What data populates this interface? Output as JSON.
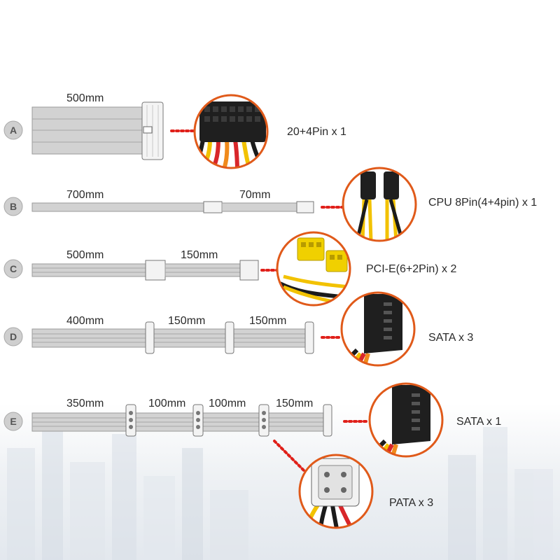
{
  "cables": [
    {
      "letter": "A",
      "lengths": [
        "500mm"
      ],
      "connector_label": "20+4Pin x 1",
      "connector_icon": "atx-24pin-connector-icon"
    },
    {
      "letter": "B",
      "lengths": [
        "700mm",
        "70mm"
      ],
      "connector_label": "CPU 8Pin(4+4pin) x 1",
      "connector_icon": "cpu-8pin-connector-icon"
    },
    {
      "letter": "C",
      "lengths": [
        "500mm",
        "150mm"
      ],
      "connector_label": "PCI-E(6+2Pin) x 2",
      "connector_icon": "pcie-6-2pin-connector-icon"
    },
    {
      "letter": "D",
      "lengths": [
        "400mm",
        "150mm",
        "150mm"
      ],
      "connector_label": "SATA x 3",
      "connector_icon": "sata-connector-icon"
    },
    {
      "letter": "E",
      "lengths": [
        "350mm",
        "100mm",
        "100mm",
        "150mm"
      ],
      "connector_label": "SATA x 1",
      "connector_icon": "sata-connector-icon",
      "extra_label": "PATA x 3",
      "extra_icon": "molex-pata-connector-icon"
    }
  ],
  "colors": {
    "cable": "#c8c8c8",
    "cable_edge": "#8f8f8f",
    "dot_line": "#e0201a",
    "badge": "#cfcfcf",
    "wire_yellow": "#f2c200",
    "wire_red": "#d8262a",
    "wire_orange": "#f08a1c",
    "wire_black": "#1b1b1b",
    "bubble_ring": "#e05a1a"
  }
}
